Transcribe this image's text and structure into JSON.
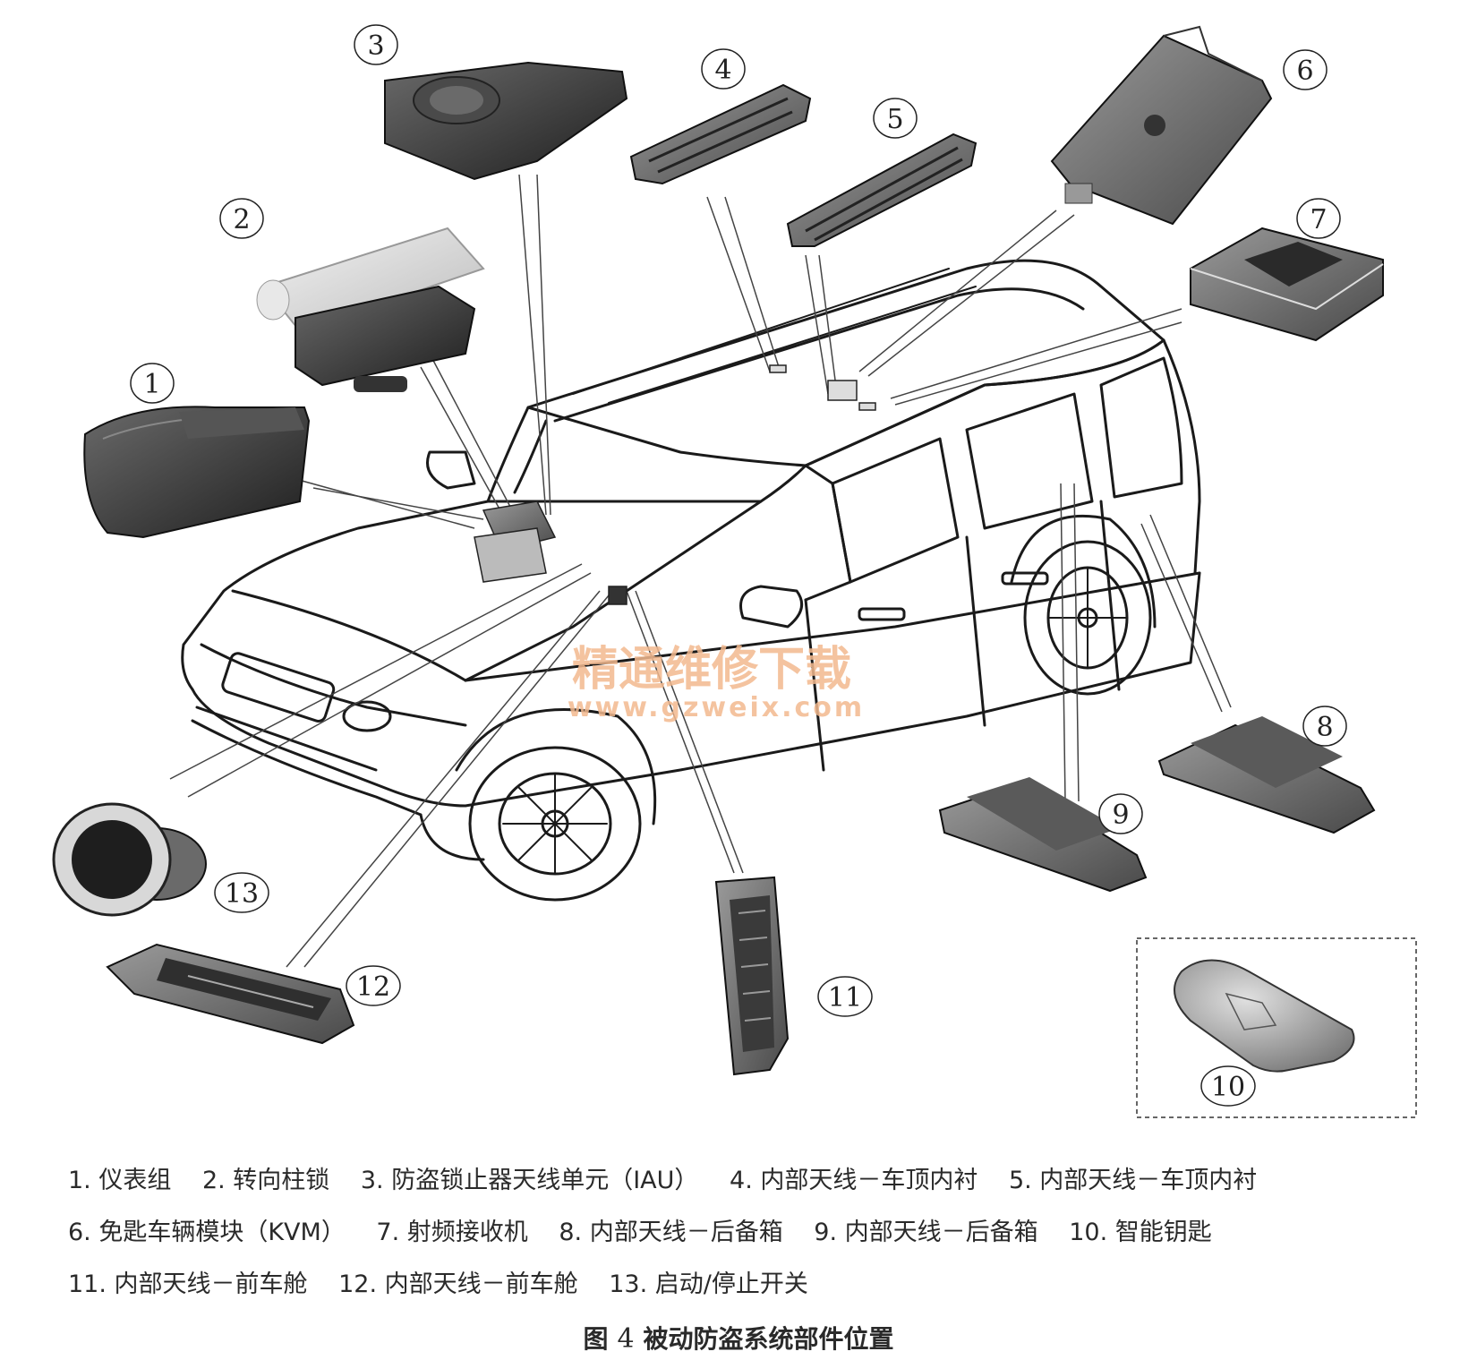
{
  "watermark": {
    "line1": "精通维修下载",
    "line2": "www.gzweix.com"
  },
  "callouts": [
    "1",
    "2",
    "3",
    "4",
    "5",
    "6",
    "7",
    "8",
    "9",
    "10",
    "11",
    "12",
    "13"
  ],
  "legend": [
    "1. 仪表组",
    "2. 转向柱锁",
    "3. 防盗锁止器天线单元（IAU）",
    "4. 内部天线－车顶内衬",
    "5. 内部天线－车顶内衬",
    "6. 免匙车辆模块（KVM）",
    "7. 射频接收机",
    "8. 内部天线－后备箱",
    "9. 内部天线－后备箱",
    "10. 智能钥匙",
    "11. 内部天线－前车舱",
    "12. 内部天线－前车舱",
    "13. 启动/停止开关"
  ],
  "caption": {
    "prefix": "图",
    "number": "4",
    "text": "被动防盗系统部件位置"
  }
}
